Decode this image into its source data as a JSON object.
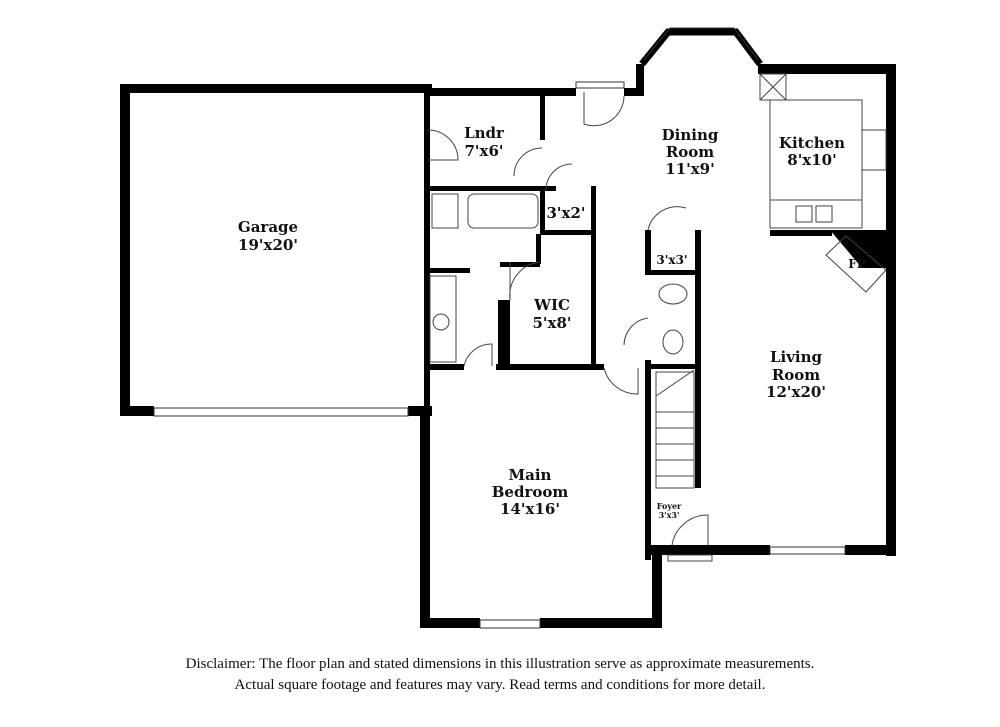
{
  "rooms": {
    "garage": {
      "name": "Garage",
      "size": "19'x20'"
    },
    "laundry": {
      "name": "Lndr",
      "size": "7'x6'"
    },
    "dining": {
      "name": "Dining",
      "name2": "Room",
      "size": "11'x9'"
    },
    "kitchen": {
      "name": "Kitchen",
      "size": "8'x10'"
    },
    "closet1": {
      "size": "3'x2'"
    },
    "closet2": {
      "size": "3'x3'"
    },
    "wic": {
      "name": "WIC",
      "size": "5'x8'"
    },
    "living": {
      "name": "Living",
      "name2": "Room",
      "size": "12'x20'"
    },
    "bedroom": {
      "name": "Main",
      "name2": "Bedroom",
      "size": "14'x16'"
    },
    "foyer": {
      "name": "Foyer",
      "size": "3'x3'"
    },
    "fireplace": {
      "name": "FP"
    }
  },
  "disclaimer": {
    "line1": "Disclaimer: The floor plan and stated dimensions in this illustration serve as approximate measurements.",
    "line2": "Actual square footage and features may vary. Read terms and conditions for more detail."
  },
  "colors": {
    "wall": "#000000",
    "background": "#ffffff"
  }
}
